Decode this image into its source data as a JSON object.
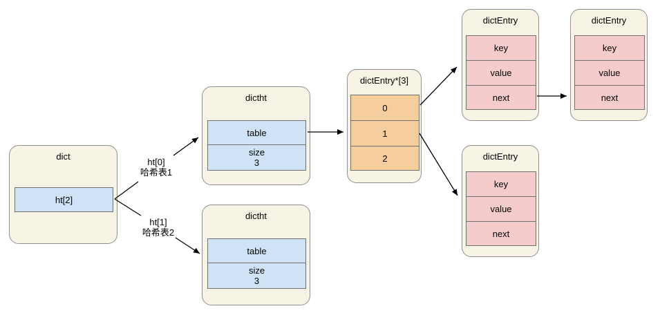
{
  "colors": {
    "canvas_bg": "#ffffff",
    "node_fill": "#f7f4e5",
    "node_border": "#8f8f8f",
    "cell_border": "#707070",
    "blue_cell": "#cfe2f6",
    "orange_cell": "#f6cd9d",
    "pink_cell": "#f5cccb",
    "arrow": "#000000",
    "text": "#000000"
  },
  "dict": {
    "title": "dict",
    "cell": "ht[2]"
  },
  "edge_labels": {
    "ht0_line1": "ht[0]",
    "ht0_line2": "哈希表1",
    "ht1_line1": "ht[1]",
    "ht1_line2": "哈希表2"
  },
  "dictht_top": {
    "title": "dictht",
    "table": "table",
    "size_label": "size",
    "size_value": "3"
  },
  "dictht_bottom": {
    "title": "dictht",
    "table": "table",
    "size_label": "size",
    "size_value": "3"
  },
  "bucket": {
    "title": "dictEntry*[3]",
    "slots": [
      "0",
      "1",
      "2"
    ]
  },
  "entry_top_left": {
    "title": "dictEntry",
    "fields": [
      "key",
      "value",
      "next"
    ]
  },
  "entry_top_right": {
    "title": "dictEntry",
    "fields": [
      "key",
      "value",
      "next"
    ]
  },
  "entry_bottom": {
    "title": "dictEntry",
    "fields": [
      "key",
      "value",
      "next"
    ]
  }
}
